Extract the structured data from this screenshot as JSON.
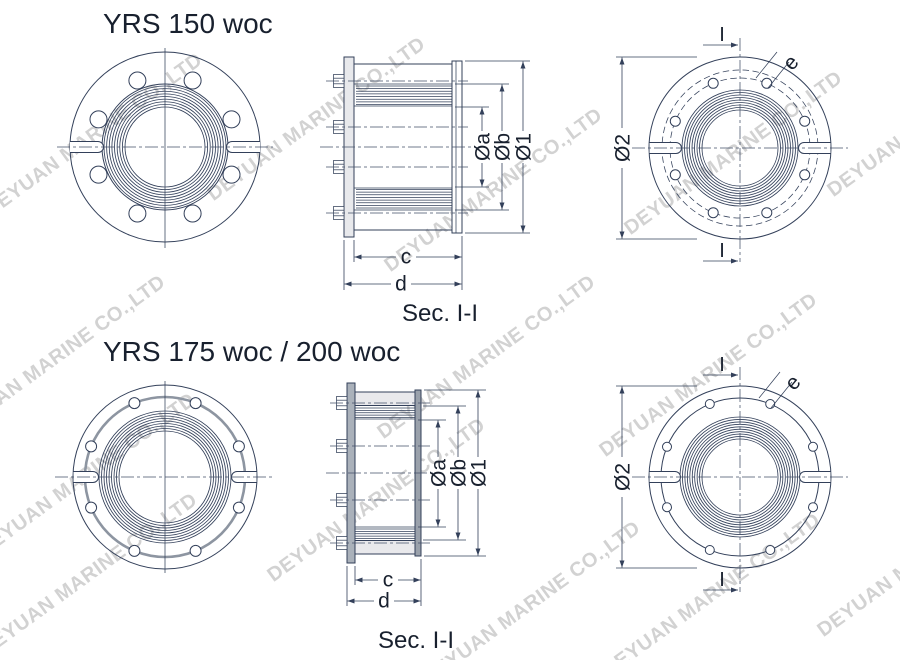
{
  "watermark": {
    "text": "DEYUAN MARINE CO.,LTD"
  },
  "models": [
    {
      "title": "YRS 150 woc",
      "section_label": "Sec. I-I",
      "labels": {
        "dia_a": "Øa",
        "dia_b": "Øb",
        "dia_1": "Ø1",
        "c": "c",
        "d": "d",
        "dia_2": "Ø2",
        "e": "e",
        "marker": "I"
      }
    },
    {
      "title": "YRS 175 woc / 200 woc",
      "section_label": "Sec. I-I",
      "labels": {
        "dia_a": "Øa",
        "dia_b": "Øb",
        "dia_1": "Ø1",
        "c": "c",
        "d": "d",
        "dia_2": "Ø2",
        "e": "e",
        "marker": "I"
      }
    }
  ]
}
